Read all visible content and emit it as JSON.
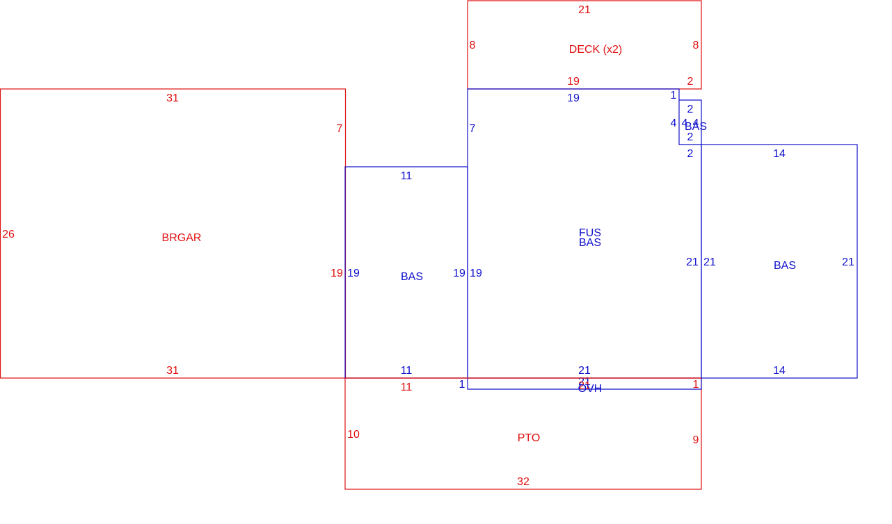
{
  "colors": {
    "red": "#e01010",
    "blue": "#1010cc"
  },
  "areas": {
    "deck": {
      "label": "DECK (x2)",
      "top": "21",
      "left": "8",
      "right": "8",
      "bottom": "19",
      "bottom_right": "2"
    },
    "brgar": {
      "label": "BRGAR",
      "top": "31",
      "bottom": "31",
      "left": "26",
      "right_upper": "7",
      "right_lower": "19"
    },
    "bas_left": {
      "label": "BAS",
      "top": "11",
      "bottom": "11",
      "left": "19",
      "right": "19"
    },
    "fus_bas": {
      "label_fus": "FUS",
      "label_bas": "BAS",
      "top": "19",
      "left_upper": "7",
      "left": "19",
      "right": "21",
      "bottom": "21"
    },
    "bas_small": {
      "label": "BAS",
      "top": "1",
      "side_a": "4",
      "side_b": "4",
      "side_c": "4",
      "top_inner": "2",
      "bottom_inner": "2",
      "bottom": "2"
    },
    "bas_right": {
      "label": "BAS",
      "top": "14",
      "bottom": "14",
      "left": "21",
      "right": "21"
    },
    "ovh": {
      "label": "OVH",
      "left": "1",
      "top": "21",
      "overlap": "21",
      "right": "1"
    },
    "pto": {
      "label": "PTO",
      "top": "11",
      "left": "10",
      "right": "9",
      "bottom": "32"
    }
  }
}
